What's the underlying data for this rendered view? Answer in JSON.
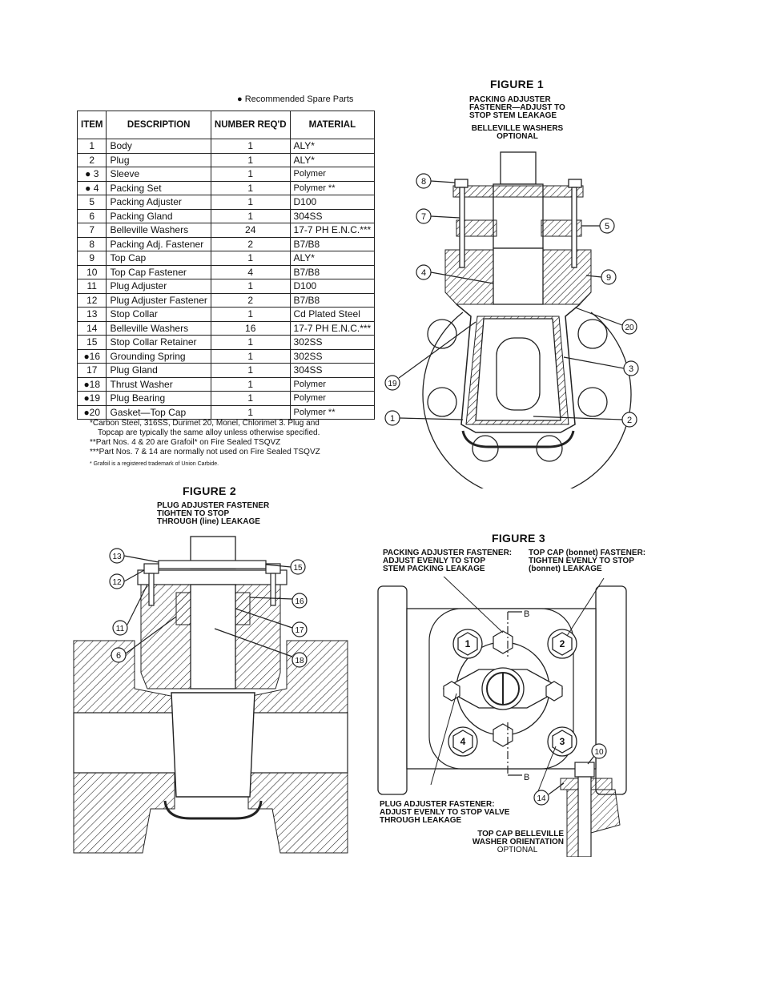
{
  "spare_legend": "● Recommended Spare Parts",
  "table": {
    "headers": [
      "ITEM",
      "DESCRIPTION",
      "NUMBER REQ'D",
      "MATERIAL"
    ],
    "rows": [
      {
        "item": "1",
        "desc": "Body",
        "qty": "1",
        "mat": "ALY*"
      },
      {
        "item": "2",
        "desc": "Plug",
        "qty": "1",
        "mat": "ALY*"
      },
      {
        "item": "● 3",
        "desc": "Sleeve",
        "qty": "1",
        "mat": "Polymer"
      },
      {
        "item": "● 4",
        "desc": "Packing Set",
        "qty": "1",
        "mat": "Polymer **"
      },
      {
        "item": "5",
        "desc": "Packing Adjuster",
        "qty": "1",
        "mat": "D100"
      },
      {
        "item": "6",
        "desc": "Packing Gland",
        "qty": "1",
        "mat": "304SS"
      },
      {
        "item": "7",
        "desc": "Belleville Washers",
        "qty": "24",
        "mat": "17-7 PH E.N.C.***"
      },
      {
        "item": "8",
        "desc": "Packing Adj. Fastener",
        "qty": "2",
        "mat": "B7/B8"
      },
      {
        "item": "9",
        "desc": "Top Cap",
        "qty": "1",
        "mat": "ALY*"
      },
      {
        "item": "10",
        "desc": "Top Cap Fastener",
        "qty": "4",
        "mat": "B7/B8"
      },
      {
        "item": "11",
        "desc": "Plug Adjuster",
        "qty": "1",
        "mat": "D100"
      },
      {
        "item": "12",
        "desc": "Plug Adjuster Fastener",
        "qty": "2",
        "mat": "B7/B8"
      },
      {
        "item": "13",
        "desc": "Stop Collar",
        "qty": "1",
        "mat": "Cd Plated Steel"
      },
      {
        "item": "14",
        "desc": "Belleville Washers",
        "qty": "16",
        "mat": "17-7 PH E.N.C.***"
      },
      {
        "item": "15",
        "desc": "Stop Collar Retainer",
        "qty": "1",
        "mat": "302SS"
      },
      {
        "item": "●16",
        "desc": "Grounding Spring",
        "qty": "1",
        "mat": "302SS"
      },
      {
        "item": "17",
        "desc": "Plug Gland",
        "qty": "1",
        "mat": "304SS"
      },
      {
        "item": "●18",
        "desc": "Thrust Washer",
        "qty": "1",
        "mat": "Polymer"
      },
      {
        "item": "●19",
        "desc": "Plug Bearing",
        "qty": "1",
        "mat": "Polymer"
      },
      {
        "item": "●20",
        "desc": "Gasket—Top Cap",
        "qty": "1",
        "mat": "Polymer **"
      }
    ]
  },
  "notes": {
    "n1": "*Carbon Steel, 316SS, Durimet 20, Monel, Chlorimet 3. Plug and",
    "n1b": "Topcap are typically the same alloy unless otherwise specified.",
    "n2": "**Part Nos. 4 & 20 are Grafoil* on Fire Sealed TSQVZ",
    "n3": "***Part Nos. 7 & 14 are normally not used on Fire Sealed TSQVZ",
    "n4": "* Grafoil is a registered trademark of Union Carbide."
  },
  "figure1": {
    "title": "FIGURE 1",
    "cap_a1": "PACKING ADJUSTER",
    "cap_a2": "FASTENER—ADJUST TO",
    "cap_a3": "STOP STEM LEAKAGE",
    "cap_b1": "BELLEVILLE WASHERS",
    "cap_b2": "OPTIONAL",
    "callouts": [
      "8",
      "7",
      "4",
      "19",
      "1",
      "5",
      "9",
      "20",
      "3",
      "2"
    ]
  },
  "figure2": {
    "title": "FIGURE 2",
    "cap1": "PLUG ADJUSTER FASTENER",
    "cap2": "TIGHTEN TO STOP",
    "cap3": "THROUGH (line) LEAKAGE",
    "callouts": [
      "13",
      "12",
      "11",
      "6",
      "15",
      "16",
      "17",
      "18"
    ]
  },
  "figure3": {
    "title": "FIGURE 3",
    "cap_l1": "PACKING ADJUSTER FASTENER:",
    "cap_l2": "ADJUST EVENLY TO STOP",
    "cap_l3": "STEM PACKING LEAKAGE",
    "cap_r1": "TOP CAP (bonnet) FASTENER:",
    "cap_r2": "TIGHTEN EVENLY TO STOP",
    "cap_r3": "(bonnet) LEAKAGE",
    "cap_p1": "PLUG ADJUSTER FASTENER:",
    "cap_p2": "ADJUST EVENLY TO STOP VALVE",
    "cap_p3": "THROUGH LEAKAGE",
    "cap_t1": "TOP CAP BELLEVILLE",
    "cap_t2": "WASHER ORIENTATION",
    "cap_t3": "OPTIONAL",
    "section_b": "B",
    "bolts": [
      "1",
      "2",
      "3",
      "4"
    ],
    "callouts": [
      "10",
      "14"
    ]
  }
}
